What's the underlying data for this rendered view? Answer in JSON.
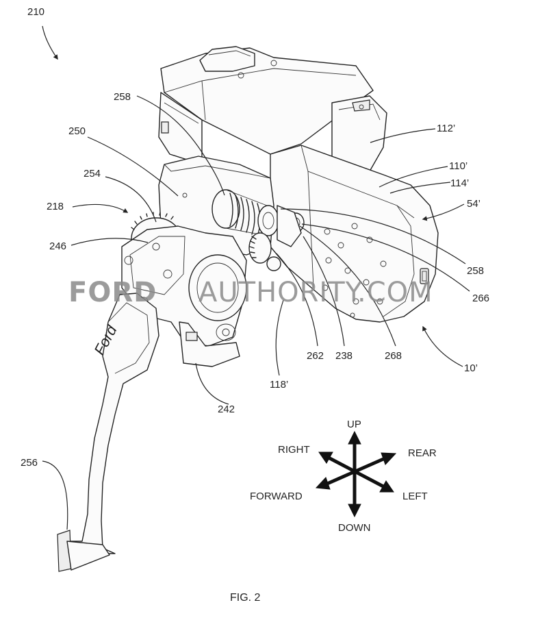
{
  "reference_numerals": {
    "r210": "210",
    "r258a": "258",
    "r250": "250",
    "r254": "254",
    "r218": "218",
    "r246": "246",
    "r112": "112’",
    "r110": "110’",
    "r114": "114’",
    "r54": "54’",
    "r258b": "258",
    "r266": "266",
    "r262": "262",
    "r238": "238",
    "r268": "268",
    "r118": "118’",
    "r10": "10’",
    "r242": "242",
    "r256": "256"
  },
  "directions": {
    "up": "UP",
    "down": "DOWN",
    "right": "RIGHT",
    "rear": "REAR",
    "forward": "FORWARD",
    "left": "LEFT"
  },
  "caption": "FIG. 2",
  "watermark": {
    "brand": "FORD",
    "rest": "AUTHORITY.COM"
  },
  "pedal_logo": "Ford"
}
